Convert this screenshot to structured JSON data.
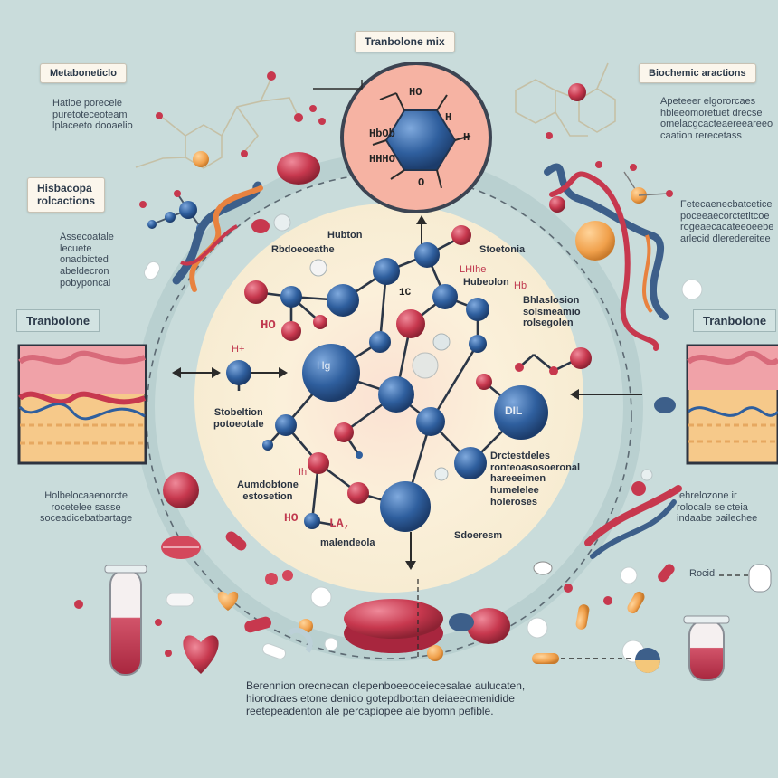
{
  "top_title": "Tranbolone mix",
  "left_panel": {
    "heading": "Metaboneticlo",
    "text": "Hatioe porecele\npuretoteceoteam\nlplaceeto dooaelio"
  },
  "right_panel": {
    "heading": "Biochemic aractions",
    "text": "Apeteeer elgororcaes\nhbleeomoretuet drecse\nomelacgcacteaereeareeo\ncaation rerecetass"
  },
  "left_mid_panel": {
    "heading": "Hisbacopa\nrolcactions",
    "text": "Assecoatale\nlecuete\nonadbicted\nabeldecron\npobyponcal"
  },
  "right_mid_panel": {
    "text": "Fetecaenecbatcetice\npoceeaecorctetitcoe\nrogeaecacateeoeebe\narlecid dleredereitee"
  },
  "left_band": "Tranbolone",
  "right_band": "Tranbolone",
  "left_lower_text": "Holbelocaaenorcte\nrocetelee sasse\nsoceadicebatbartage",
  "right_lower_text": "Iehrelozone ir\nrolocale selcteia\nindaabe bailechee",
  "right_small_label": "Rocid",
  "bottom_text": "Berennion orecnecan clepenboeeoceiecesalae aulucaten,\nhiorodraes etone denido gotepdbottan deiaeecmenidide\nreetepeadenton ale percapiopee ale byomn pefible.",
  "hexagon_labels": {
    "ho_top": "HO",
    "hibo": "HbOb",
    "hhho": "HHHO",
    "h_top": "H",
    "h_right": "H",
    "o_bottom": "O"
  },
  "molecule_labels": [
    {
      "text": "Hubton"
    },
    {
      "text": "Rbdoeoeathe"
    },
    {
      "text": "Stoetonia"
    },
    {
      "text": "LHIhe"
    },
    {
      "text": "Hubeolon"
    },
    {
      "text": "Bhlaslosion\nsolsmeamio\nrolsegolen"
    },
    {
      "text": "Hb"
    },
    {
      "text": "1C"
    },
    {
      "text": "HO"
    },
    {
      "text": "H+"
    },
    {
      "text": "Hg"
    },
    {
      "text": "Stobeltion\npotoeotale"
    },
    {
      "text": "Ih"
    },
    {
      "text": "Aumdobtone\nestosetion"
    },
    {
      "text": "HO"
    },
    {
      "text": "LA,"
    },
    {
      "text": "malendeola"
    },
    {
      "text": "DIL"
    },
    {
      "text": "Drctestdeles\nronteoasosoeronal\nhareeeimen\nhumelelee\nholeroses"
    },
    {
      "text": "Sdoeresm"
    }
  ],
  "palette": {
    "background": "#c9dcdb",
    "circle_fill": "#fbf0da",
    "atom_blue": "#2f5f9e",
    "atom_red": "#c7384e",
    "accent_orange": "#f0a04b",
    "hex_panel": "#f6b3a3"
  }
}
